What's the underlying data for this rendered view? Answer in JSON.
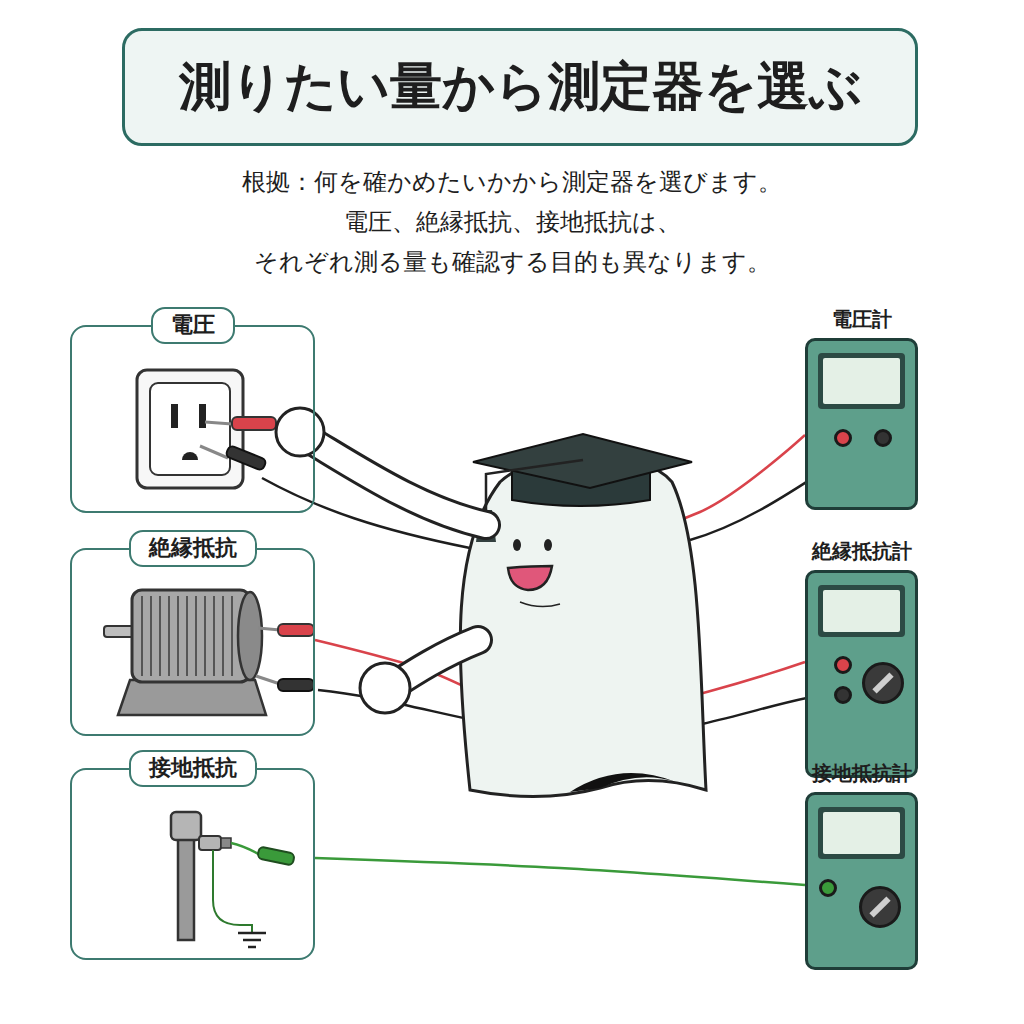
{
  "diagram": {
    "title": "測りたい量から測定器を選ぶ",
    "nodes": [
      {
        "text": [
          "電圧"
        ]
      },
      {
        "text": [
          "絶縁抵抗"
        ]
      },
      {
        "text": [
          "接地抵抗"
        ]
      },
      {
        "text": [
          "電圧計"
        ]
      },
      {
        "text": [
          "絶縁抵抗計"
        ]
      },
      {
        "text": [
          "接地抵抗計"
        ]
      }
    ],
    "edges": [
      {
        "from": 0,
        "to": 3,
        "arrow": "none"
      },
      {
        "from": 1,
        "to": 4,
        "arrow": "none"
      },
      {
        "from": 2,
        "to": 5,
        "arrow": "none"
      }
    ],
    "labels": [
      "根拠：何を確かめたいかから測定器を選びます。",
      "電圧、絶縁抵抗、接地抵抗は、",
      "それぞれ測る量も確認する目的も異なります。"
    ]
  }
}
